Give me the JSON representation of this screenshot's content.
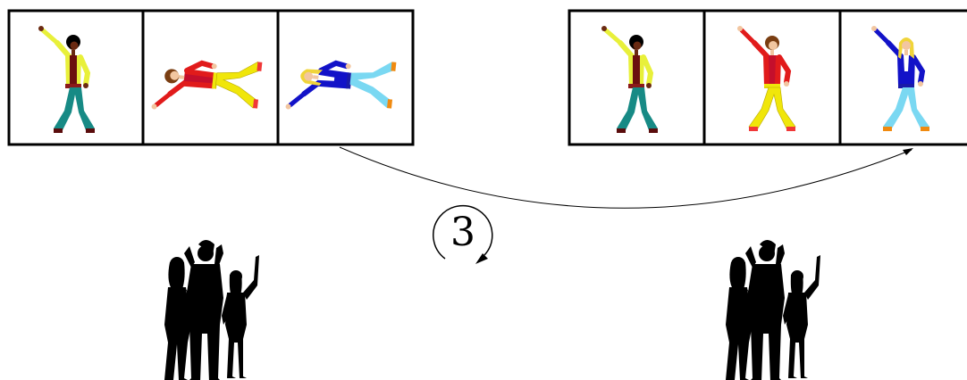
{
  "rotation_marker": {
    "value": "3",
    "icon": "counterclockwise-rotation-icon"
  },
  "left_panels": [
    {
      "figure": "dancer-green-pants",
      "pose": "standing"
    },
    {
      "figure": "dancer-yellow-pants",
      "pose": "lying"
    },
    {
      "figure": "dancer-cyan-pants",
      "pose": "lying"
    }
  ],
  "right_panels": [
    {
      "figure": "dancer-green-pants",
      "pose": "standing"
    },
    {
      "figure": "dancer-yellow-pants",
      "pose": "standing"
    },
    {
      "figure": "dancer-cyan-pants",
      "pose": "standing"
    }
  ],
  "audiences": [
    "audience-silhouette-left",
    "audience-silhouette-right"
  ],
  "colors": {
    "frame": "#000000",
    "dancer1": {
      "shirt": "#6b0f0f",
      "vest": "#e8f03a",
      "pants": "#178a85",
      "hair": "#000000",
      "shoes": "#5a0c0c",
      "skin": "#6a2a12"
    },
    "dancer2": {
      "shirt": "#e11b1b",
      "vest": "#c40f2c",
      "pants": "#f0e60a",
      "hair": "#7a3e12",
      "shoes": "#f03838",
      "skin": "#f2c6a0"
    },
    "dancer3": {
      "shirt": "#1212c8",
      "vest": "#1a1aa8",
      "pants": "#7ad8f2",
      "hair": "#f0d43a",
      "shoes": "#f08a10",
      "skin": "#f2c6a0"
    }
  }
}
